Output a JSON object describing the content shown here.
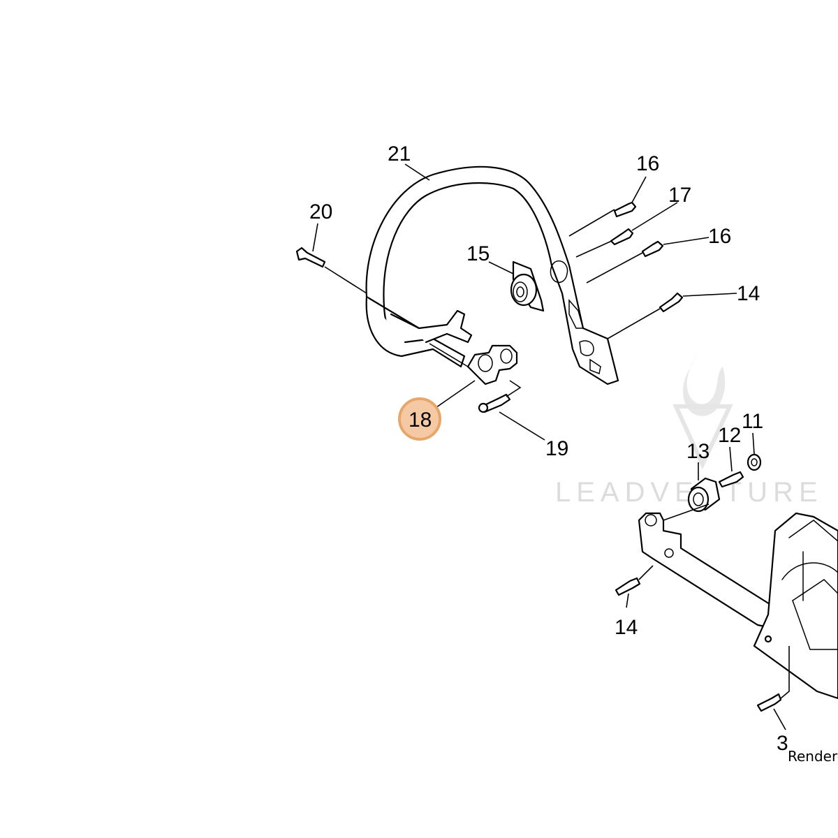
{
  "diagram": {
    "callouts": {
      "p21": "21",
      "p20": "20",
      "p16a": "16",
      "p17": "17",
      "p16b": "16",
      "p15": "15",
      "p14a": "14",
      "p18": "18",
      "p19": "19",
      "p13": "13",
      "p12": "12",
      "p11": "11",
      "p14b": "14",
      "p3": "3"
    },
    "highlighted_part": "18",
    "highlight_color": "#e8a76a",
    "highlight_fill": "#f4c9a3",
    "watermark": "LEADVENTURE",
    "footer_text": "Renderec"
  }
}
